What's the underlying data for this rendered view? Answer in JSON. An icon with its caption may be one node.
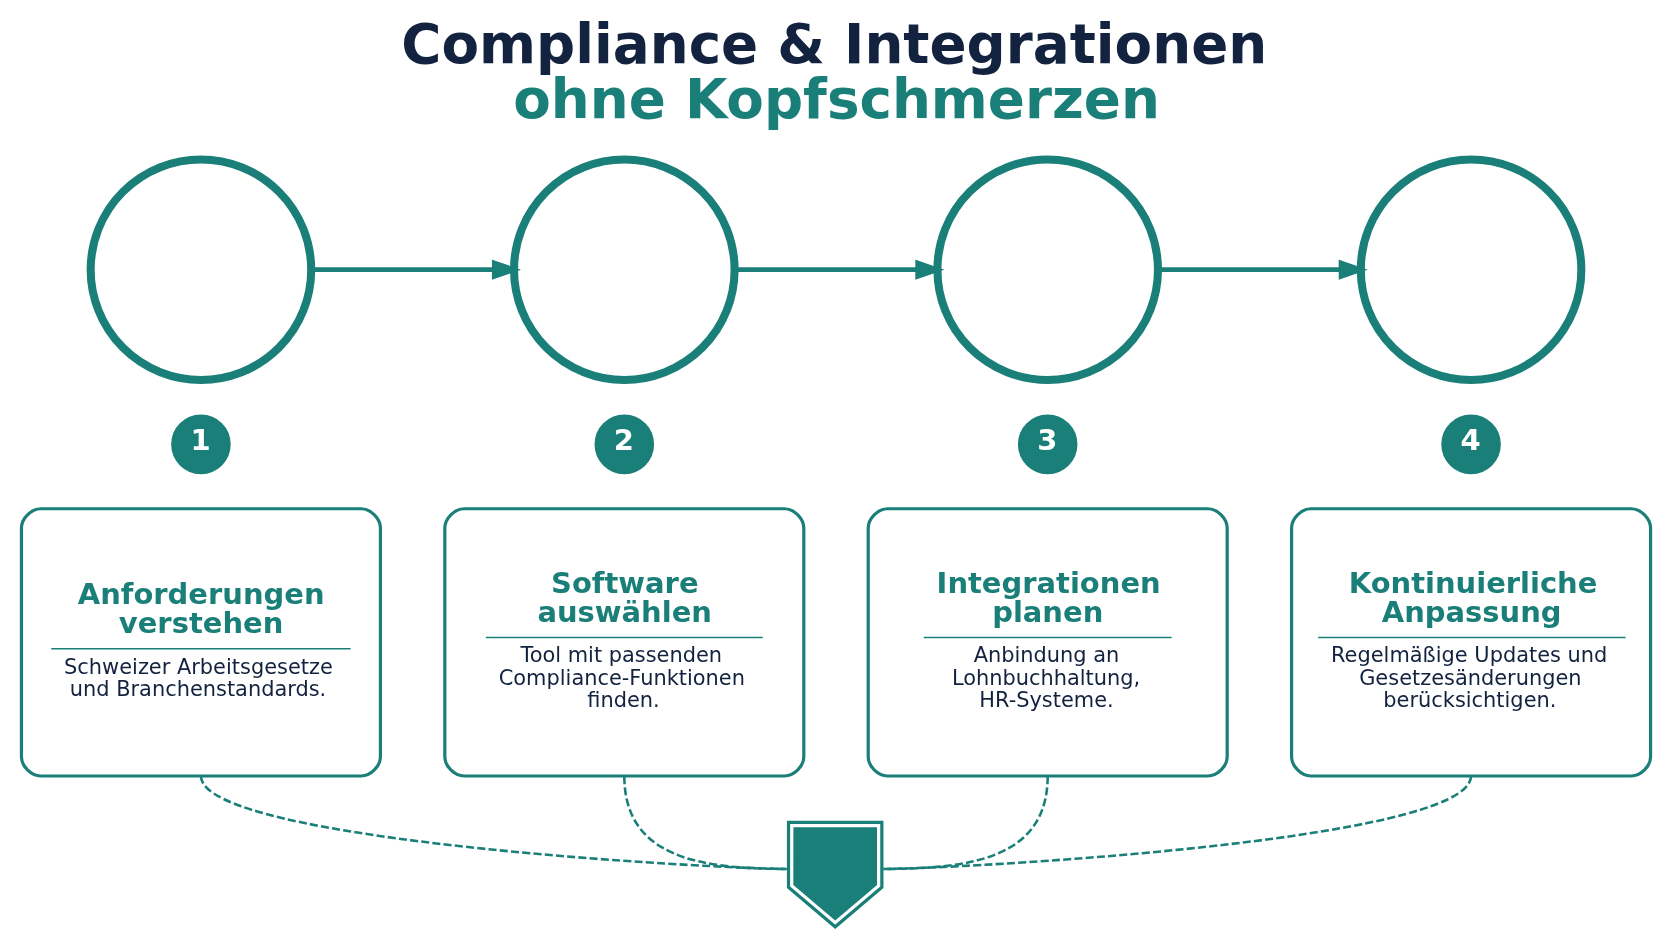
{
  "diagram": {
    "title": "Compliance & Integrationen ohne Kopfschmerzen",
    "nodes": [
      {
        "text": [],
        "shape": "circle"
      },
      {
        "text": [],
        "shape": "circle"
      },
      {
        "text": [],
        "shape": "circle"
      },
      {
        "text": [],
        "shape": "circle"
      },
      {
        "text": [
          "1"
        ]
      },
      {
        "text": [
          "Anforderungen verstehen",
          "Schweizer Arbeitsgesetze und Branchenstandards."
        ]
      },
      {
        "text": [
          "2"
        ]
      },
      {
        "text": [
          "Software auswählen",
          "Tool mit passenden Compliance-Funktionen finden."
        ]
      },
      {
        "text": [
          "3"
        ]
      },
      {
        "text": [
          "Integrationen planen",
          "Anbindung an Lohnbuchhaltung, HR-Systeme."
        ]
      },
      {
        "text": [
          "4"
        ]
      },
      {
        "text": [
          "Kontinuierliche Anpassung",
          "Regelmäßige Updates und Gesetzesänderungen berücksichtigen."
        ]
      },
      {
        "text": [],
        "shape": "shield"
      }
    ],
    "edges": [
      {
        "from": 0,
        "to": 1,
        "arrow": "to"
      },
      {
        "from": 1,
        "to": 2,
        "arrow": "to"
      },
      {
        "from": 2,
        "to": 3,
        "arrow": "to"
      },
      {
        "from": 5,
        "to": 12,
        "arrow": "none",
        "style": "dashed"
      },
      {
        "from": 7,
        "to": 12,
        "arrow": "none",
        "style": "dashed"
      },
      {
        "from": 9,
        "to": 12,
        "arrow": "none",
        "style": "dashed"
      },
      {
        "from": 11,
        "to": 12,
        "arrow": "none",
        "style": "dashed"
      }
    ]
  }
}
